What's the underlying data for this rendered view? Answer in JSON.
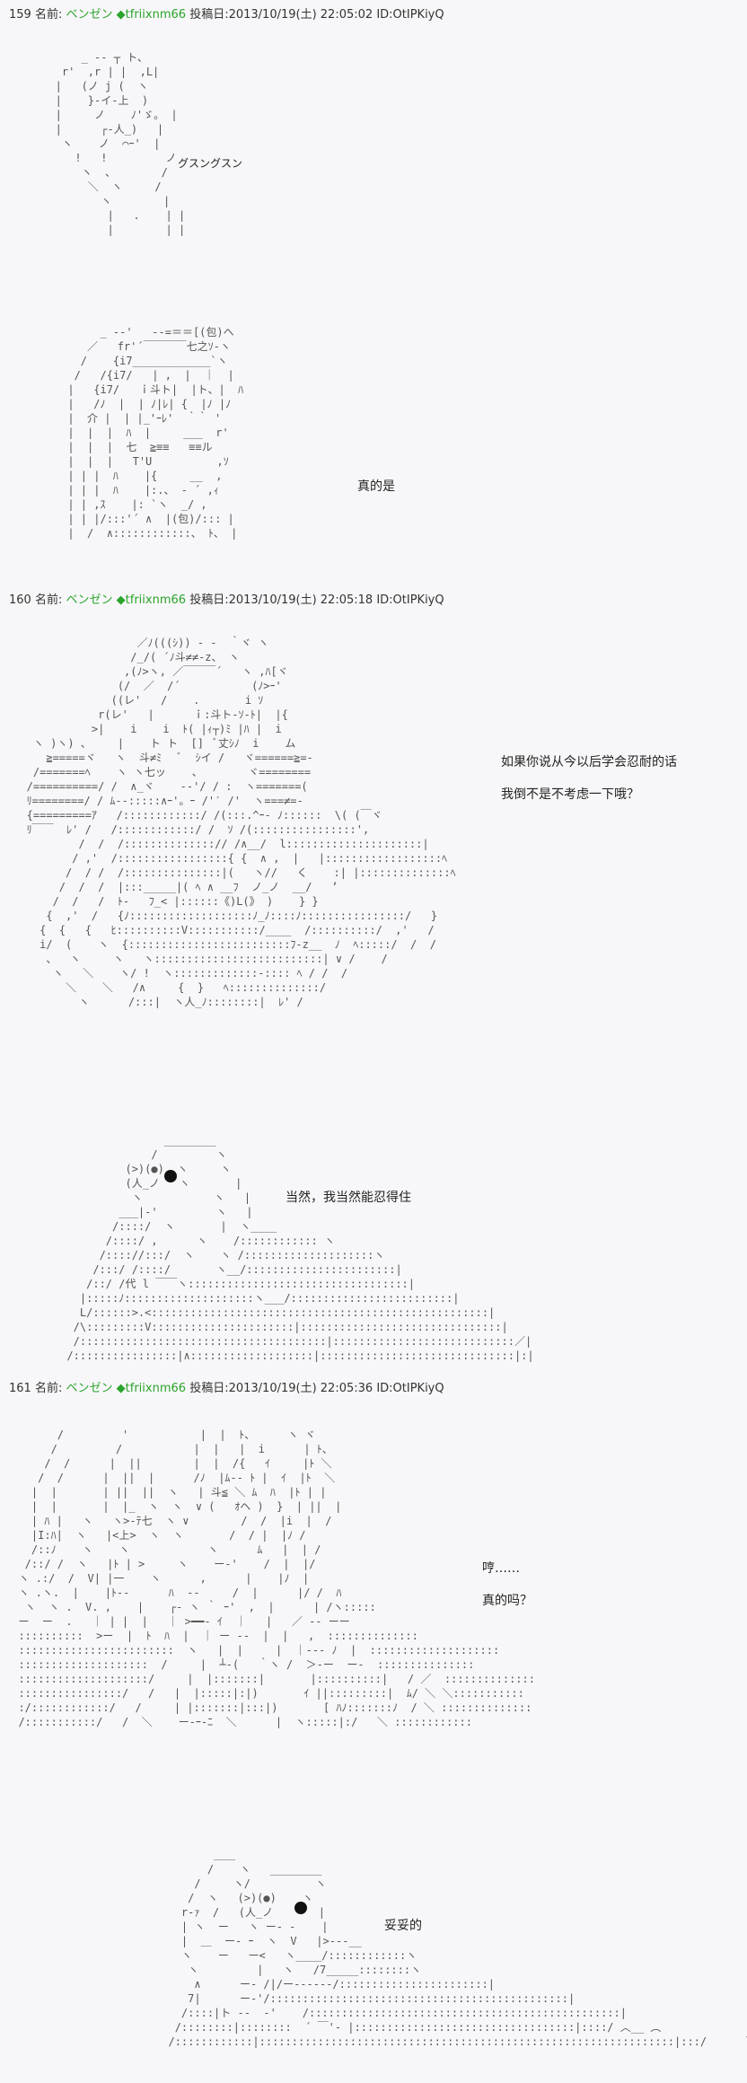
{
  "posts": [
    {
      "number": "159",
      "name_label": "名前:",
      "name": "ベンゼン",
      "trip": "◆tfriixnm66",
      "date_label": "投稿日:",
      "date": "2013/10/19(土) 22:05:02",
      "id": "ID:OtIPKiyQ"
    },
    {
      "number": "160",
      "name_label": "名前:",
      "name": "ベンゼン",
      "trip": "◆tfriixnm66",
      "date_label": "投稿日:",
      "date": "2013/10/19(土) 22:05:18",
      "id": "ID:OtIPKiyQ"
    },
    {
      "number": "161",
      "name_label": "名前:",
      "name": "ベンゼン",
      "trip": "◆tfriixnm66",
      "date_label": "投稿日:",
      "date": "2013/10/19(土) 22:05:36",
      "id": "ID:OtIPKiyQ"
    }
  ],
  "dialogue": {
    "p159_sfx": "グスングスン",
    "p159_line": "真的是",
    "p160_line1": "如果你说从今以后学会忍耐的话",
    "p160_line2": "我倒不是不考虑一下哦？",
    "p160_reply": "当然，我当然能忍得住",
    "p161_line1": "哼……",
    "p161_line2": "真的吗？",
    "p161_reply": "妥妥的"
  },
  "colors": {
    "header_name": "#2aa42a",
    "background": "#f7f7f9"
  }
}
